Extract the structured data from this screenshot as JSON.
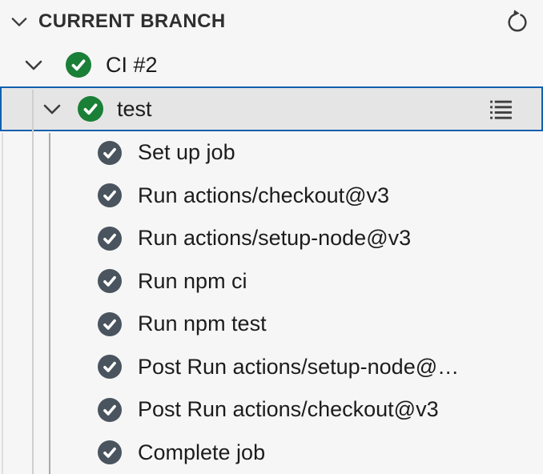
{
  "header": {
    "title": "CURRENT BRANCH",
    "collapse_icon": "chevron-down-icon",
    "refresh_icon": "refresh-icon"
  },
  "colors": {
    "success_green": "#1a7f37",
    "neutral_step_gray": "#4a545e",
    "selection_border_blue": "#1160af",
    "selection_background": "#e5e5e5",
    "panel_background": "#f6f6f6"
  },
  "tree": {
    "workflow_run": {
      "label": "CI #2",
      "status": "success",
      "expanded": true
    },
    "job": {
      "label": "test",
      "status": "success",
      "expanded": true,
      "selected": true,
      "action_icon": "list-unordered-icon"
    },
    "steps": [
      {
        "label": "Set up job",
        "status": "success"
      },
      {
        "label": "Run actions/checkout@v3",
        "status": "success"
      },
      {
        "label": "Run actions/setup-node@v3",
        "status": "success"
      },
      {
        "label": "Run npm ci",
        "status": "success"
      },
      {
        "label": "Run npm test",
        "status": "success"
      },
      {
        "label": "Post Run actions/setup-node@…",
        "status": "success"
      },
      {
        "label": "Post Run actions/checkout@v3",
        "status": "success"
      },
      {
        "label": "Complete job",
        "status": "success"
      }
    ]
  }
}
